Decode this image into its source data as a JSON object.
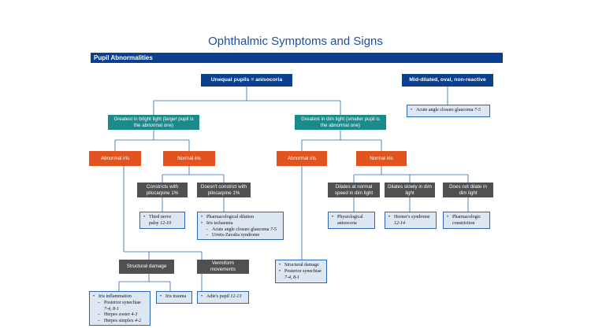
{
  "title": "Ophthalmic Symptoms and Signs",
  "section": "Pupil Abnormalities",
  "nodes": {
    "unequal": "Unequal pupils = anisocoria",
    "middilated": "Mid-dilated, oval, non-reactive",
    "bright": "Greatest in bright light (larger pupil is the abnormal one)",
    "dim": "Greatest in dim light (smaller pupil is the abnormal one)",
    "abn_iris_left": "Abnormal iris",
    "norm_iris_left": "Normal iris",
    "abn_iris_right": "Abnormal iris",
    "norm_iris_right": "Normal iris",
    "constricts": "Constricts with pilocarpine 1%",
    "no_constrict": "Doesn't constrict with pilocarpine 1%",
    "dilates_normal": "Dilates at normal speed in dim light",
    "dilates_slowly": "Dilates slowly in dim light",
    "not_dilate": "Does not dilate in dim light",
    "structural": "Structural damage",
    "vermiform": "Vermiform movements"
  },
  "leaves": {
    "acute_glaucoma": {
      "text": "Acute angle closure glaucoma",
      "ref": "7-5"
    },
    "third_nerve": {
      "text1": "Third nerve",
      "text2": "palsy",
      "ref": "12-10"
    },
    "pharm_dilation": "Pharmacological dilation",
    "iris_ischaemia": "Iris ischaemia",
    "acute_glaucoma2": {
      "text": "Acute angle closure glaucoma",
      "ref": "7-5"
    },
    "urrets": "Urrets-Zavalia syndrome",
    "physiological1": "Physiological",
    "physiological2": "anisocoria",
    "horners": {
      "text": "Horner's syndrome",
      "ref": "12-14"
    },
    "pharmacologic1": "Pharmacologic",
    "pharmacologic2": "constriction",
    "structural_damage": "Structural damage",
    "posterior_synechiae": "Posterior synechiae",
    "posterior_synechiae_ref": "7-4, 8-1",
    "iris_inflammation": "Iris inflammation",
    "posterior_synechiae2": "Posterior synechiae",
    "posterior_synechiae2_ref": "7-4, 8-1",
    "herpes_zoster": {
      "text": "Herpes zoster",
      "ref": "4-3"
    },
    "herpes_simplex": {
      "text": "Herpes simplex",
      "ref": "4-2"
    },
    "iris_trauma": "Iris trauma",
    "adies": {
      "text": "Adie's pupil",
      "ref": "12-13"
    }
  },
  "colors": {
    "navy": "#0b3f8f",
    "teal": "#1a8a8a",
    "orange": "#e2541f",
    "gray": "#4f5050",
    "leaf_bg": "#dde6f3"
  }
}
